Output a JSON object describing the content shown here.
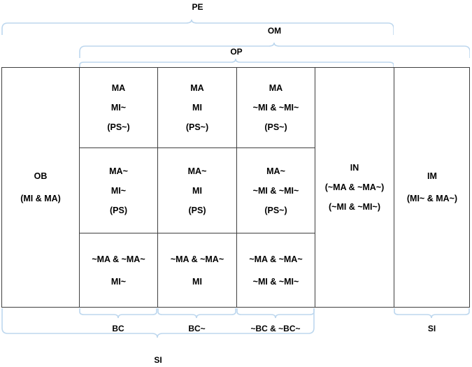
{
  "diagram": {
    "title_labels": {
      "pe": "PE",
      "om": "OM",
      "op": "OP",
      "bc": "BC",
      "bc_tilde": "BC~",
      "bc_neither": "~BC & ~BC~",
      "si_right": "SI",
      "si_bottom": "SI"
    },
    "brace_color": "#bdd7ee",
    "border_color": "#3f3f3f",
    "text_color": "#000000"
  },
  "columns": [
    {
      "id": "ob",
      "label": "OB"
    },
    {
      "id": "bc",
      "label": "BC"
    },
    {
      "id": "bc_tilde",
      "label": "BC~"
    },
    {
      "id": "bc_neither",
      "label": "~BC & ~BC~"
    },
    {
      "id": "in",
      "label": "IN"
    },
    {
      "id": "im",
      "label": "IM"
    }
  ],
  "cells": {
    "ob": {
      "l1": "OB",
      "l2": "(MI & MA)"
    },
    "in": {
      "l1": "IN",
      "l2": "(~MA & ~MA~)",
      "l3": "(~MI & ~MI~)"
    },
    "im": {
      "l1": "IM",
      "l2": "(MI~ & MA~)"
    },
    "r1c1": {
      "l1": "MA",
      "l2": "MI~",
      "l3": "(PS~)"
    },
    "r1c2": {
      "l1": "MA",
      "l2": "MI",
      "l3": "(PS~)"
    },
    "r1c3": {
      "l1": "MA",
      "l2": "~MI & ~MI~",
      "l3": "(PS~)"
    },
    "r2c1": {
      "l1": "MA~",
      "l2": "MI~",
      "l3": "(PS)"
    },
    "r2c2": {
      "l1": "MA~",
      "l2": "MI",
      "l3": "(PS)"
    },
    "r2c3": {
      "l1": "MA~",
      "l2": "~MI & ~MI~",
      "l3": "(PS~)"
    },
    "r3c1": {
      "l1": "~MA & ~MA~",
      "l2": "MI~"
    },
    "r3c2": {
      "l1": "~MA & ~MA~",
      "l2": "MI"
    },
    "r3c3": {
      "l1": "~MA & ~MA~",
      "l2": "~MI & ~MI~"
    }
  }
}
